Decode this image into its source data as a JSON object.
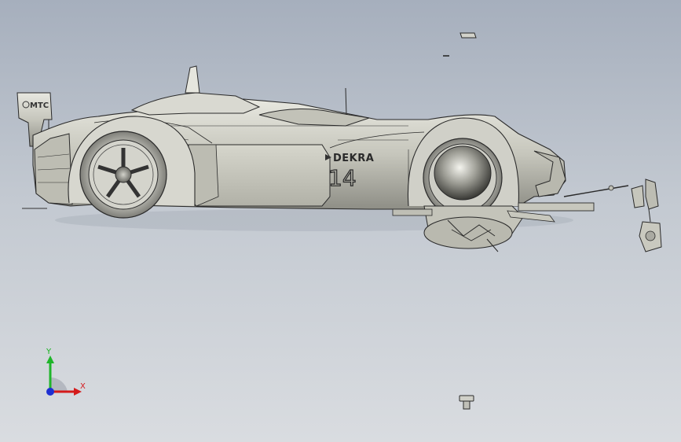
{
  "viewport": {
    "background_top": "#a6afbd",
    "background_bottom": "#d9dce0"
  },
  "model": {
    "livery": {
      "sponsor": "DEKRA",
      "race_number": "14",
      "wing_logo": "MTC"
    },
    "body_color": "#c9c9bf",
    "edge_color": "#2a2a2a"
  },
  "triad": {
    "y_label": "Y",
    "x_label": "X",
    "y_color": "#1fb52a",
    "x_color": "#d41a1a",
    "z_color": "#1e2fd2"
  }
}
